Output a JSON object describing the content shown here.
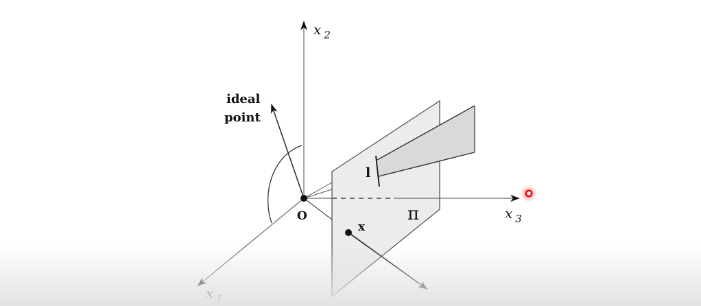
{
  "labels": {
    "axis_x1": "x",
    "axis_x1_sub": "1",
    "axis_x2": "x",
    "axis_x2_sub": "2",
    "axis_x3": "x",
    "axis_x3_sub": "3",
    "origin": "O",
    "ideal_point_line1": "ideal",
    "ideal_point_line2": "point",
    "line_l": "l",
    "point_x": "x",
    "plane_pi": "π"
  },
  "colors": {
    "line": "#4a4a4a",
    "arrow": "#111111",
    "plane_fill": "#ececec",
    "wedge_fill": "#d9d9d9",
    "pointer": "#e01010"
  },
  "pointer_indicator": "red-laser-pointer-dot"
}
